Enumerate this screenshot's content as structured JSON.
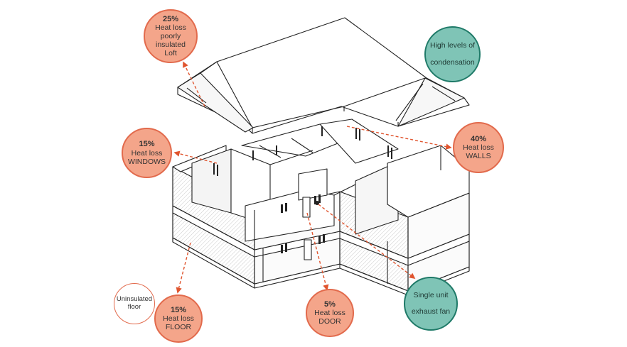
{
  "labels": {
    "loft": {
      "pct": "25%",
      "lines": [
        "Heat loss",
        "poorly",
        "insulated",
        "Loft"
      ]
    },
    "windows": {
      "pct": "15%",
      "lines": [
        "Heat loss",
        "WINDOWS"
      ]
    },
    "walls": {
      "pct": "40%",
      "lines": [
        "Heat loss",
        "WALLS"
      ]
    },
    "floor": {
      "pct": "15%",
      "lines": [
        "Heat loss",
        "FLOOR"
      ]
    },
    "door": {
      "pct": "5%",
      "lines": [
        "Heat loss",
        "DOOR"
      ]
    },
    "condensation": {
      "lines": [
        "High levels of",
        "condensation"
      ]
    },
    "exhaust_fan": {
      "lines": [
        "Single unit",
        "exhaust fan"
      ]
    },
    "uninsulated_floor": {
      "lines": [
        "Uninsulated",
        "floor"
      ]
    }
  },
  "colors": {
    "heat_loss_fill": "#f4a58a",
    "heat_loss_border": "#e26a4c",
    "issue_fill": "#7fc4b6",
    "issue_border": "#1f7a68",
    "arrow": "#e0552f",
    "line": "#222222"
  }
}
